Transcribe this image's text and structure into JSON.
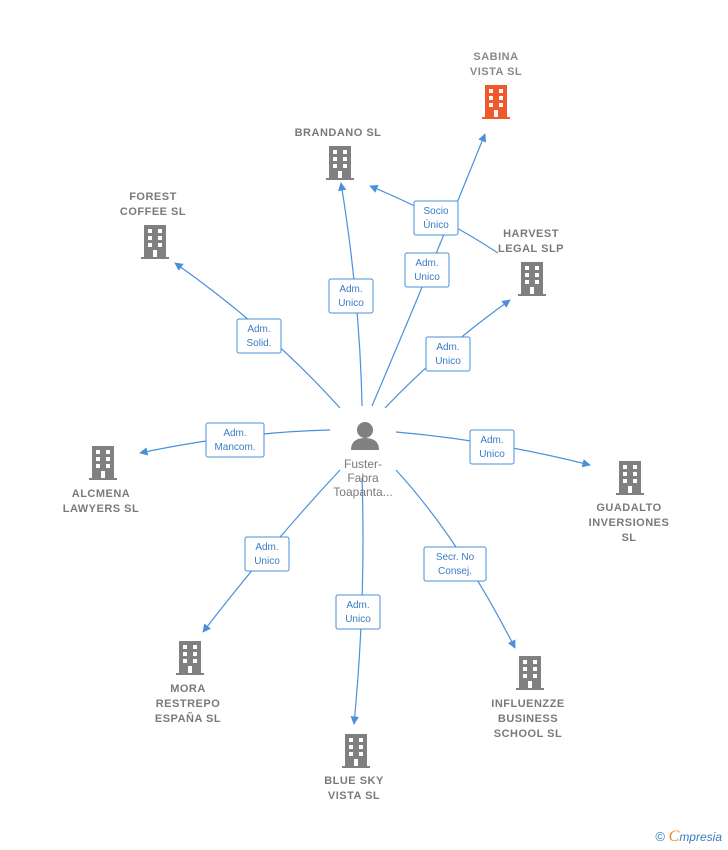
{
  "center": {
    "label_lines": [
      "Fuster-",
      "Fabra",
      "Toapanta..."
    ]
  },
  "colors": {
    "edge": "#4a90d9",
    "building": "#808080",
    "highlight": "#f0592a"
  },
  "nodes": [
    {
      "id": "sabina",
      "lines": [
        "SABINA",
        "VISTA  SL"
      ],
      "highlight": true
    },
    {
      "id": "brandano",
      "lines": [
        "BRANDANO  SL"
      ]
    },
    {
      "id": "forest",
      "lines": [
        "FOREST",
        "COFFEE  SL"
      ]
    },
    {
      "id": "harvest",
      "lines": [
        "HARVEST",
        "LEGAL SLP"
      ]
    },
    {
      "id": "alcmena",
      "lines": [
        "ALCMENA",
        "LAWYERS  SL"
      ]
    },
    {
      "id": "guadalto",
      "lines": [
        "GUADALTO",
        "INVERSIONES",
        "SL"
      ]
    },
    {
      "id": "mora",
      "lines": [
        "MORA",
        "RESTREPO",
        "ESPAÑA  SL"
      ]
    },
    {
      "id": "bluesky",
      "lines": [
        "BLUE SKY",
        "VISTA  SL"
      ]
    },
    {
      "id": "influenzze",
      "lines": [
        "INFLUENZZE",
        "BUSINESS",
        "SCHOOL  SL"
      ]
    }
  ],
  "edges": [
    {
      "id": "e-forest",
      "lines": [
        "Adm.",
        "Solid."
      ]
    },
    {
      "id": "e-brandano-adm",
      "lines": [
        "Adm.",
        "Unico"
      ]
    },
    {
      "id": "e-brandano-socio",
      "lines": [
        "Socio",
        "Único"
      ]
    },
    {
      "id": "e-sabina",
      "lines": [
        "Adm.",
        "Unico"
      ]
    },
    {
      "id": "e-harvest",
      "lines": [
        "Adm.",
        "Unico"
      ]
    },
    {
      "id": "e-alcmena",
      "lines": [
        "Adm.",
        "Mancom."
      ]
    },
    {
      "id": "e-guadalto",
      "lines": [
        "Adm.",
        "Unico"
      ]
    },
    {
      "id": "e-mora",
      "lines": [
        "Adm.",
        "Unico"
      ]
    },
    {
      "id": "e-bluesky",
      "lines": [
        "Adm.",
        "Unico"
      ]
    },
    {
      "id": "e-influenzze",
      "lines": [
        "Secr.  No",
        "Consej."
      ]
    }
  ],
  "footer": {
    "copyright": "©",
    "brand_initial": "C",
    "brand_rest": "mpresia"
  }
}
